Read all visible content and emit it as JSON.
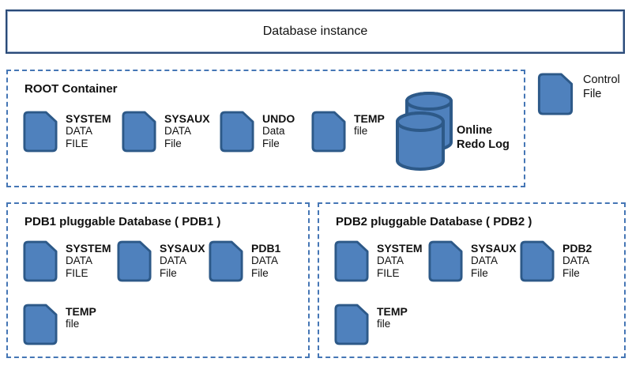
{
  "colors": {
    "icon_fill": "#4f81bd",
    "icon_stroke": "#2d5988",
    "dashed_border": "#4576b5",
    "instance_border": "#2a4a78",
    "text": "#111111"
  },
  "instance_box": {
    "label": "Database instance"
  },
  "root_container": {
    "title": "ROOT Container",
    "files": [
      {
        "label1": "SYSTEM",
        "label2": "DATA",
        "label3": "FILE"
      },
      {
        "label1": "SYSAUX",
        "label2": "DATA",
        "label3": "File"
      },
      {
        "label1": "UNDO",
        "label2": "Data",
        "label3": "File"
      },
      {
        "label1": "TEMP",
        "label2": "file",
        "label3": ""
      }
    ],
    "redo_log": {
      "label1": "Online",
      "label2": "Redo Log"
    }
  },
  "control_file": {
    "label1": "Control",
    "label2": "File"
  },
  "pdb1": {
    "title": "PDB1 pluggable Database ( PDB1 )",
    "files": [
      {
        "label1": "SYSTEM",
        "label2": "DATA",
        "label3": "FILE"
      },
      {
        "label1": "SYSAUX",
        "label2": "DATA",
        "label3": "File"
      },
      {
        "label1": "PDB1",
        "label2": "DATA",
        "label3": "File"
      }
    ],
    "temp_file": {
      "label1": "TEMP",
      "label2": "file",
      "label3": ""
    }
  },
  "pdb2": {
    "title": "PDB2 pluggable Database ( PDB2 )",
    "files": [
      {
        "label1": "SYSTEM",
        "label2": "DATA",
        "label3": "FILE"
      },
      {
        "label1": "SYSAUX",
        "label2": "DATA",
        "label3": "File"
      },
      {
        "label1": "PDB2",
        "label2": "DATA",
        "label3": "File"
      }
    ],
    "temp_file": {
      "label1": "TEMP",
      "label2": "file",
      "label3": ""
    }
  }
}
